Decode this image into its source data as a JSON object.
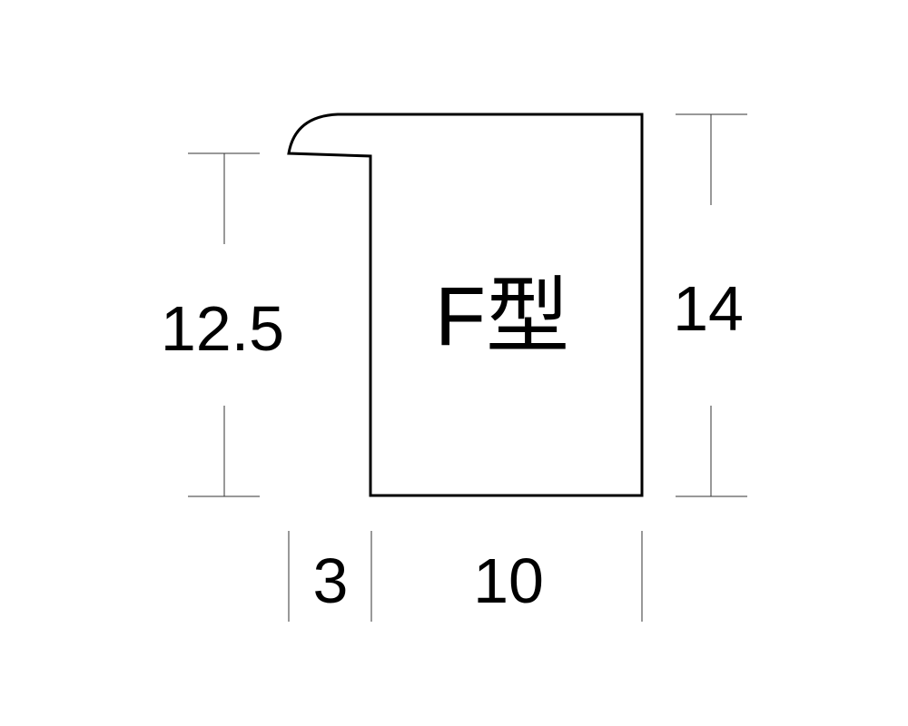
{
  "diagram": {
    "title": "F型",
    "profile_label": "F型",
    "colors": {
      "background": "#ffffff",
      "profile_stroke": "#000000",
      "dimension_line": "#333333",
      "text": "#000000"
    },
    "dimensions": {
      "lip_height": "12.5",
      "total_height": "14",
      "lip_width": "3",
      "body_width": "10"
    }
  }
}
